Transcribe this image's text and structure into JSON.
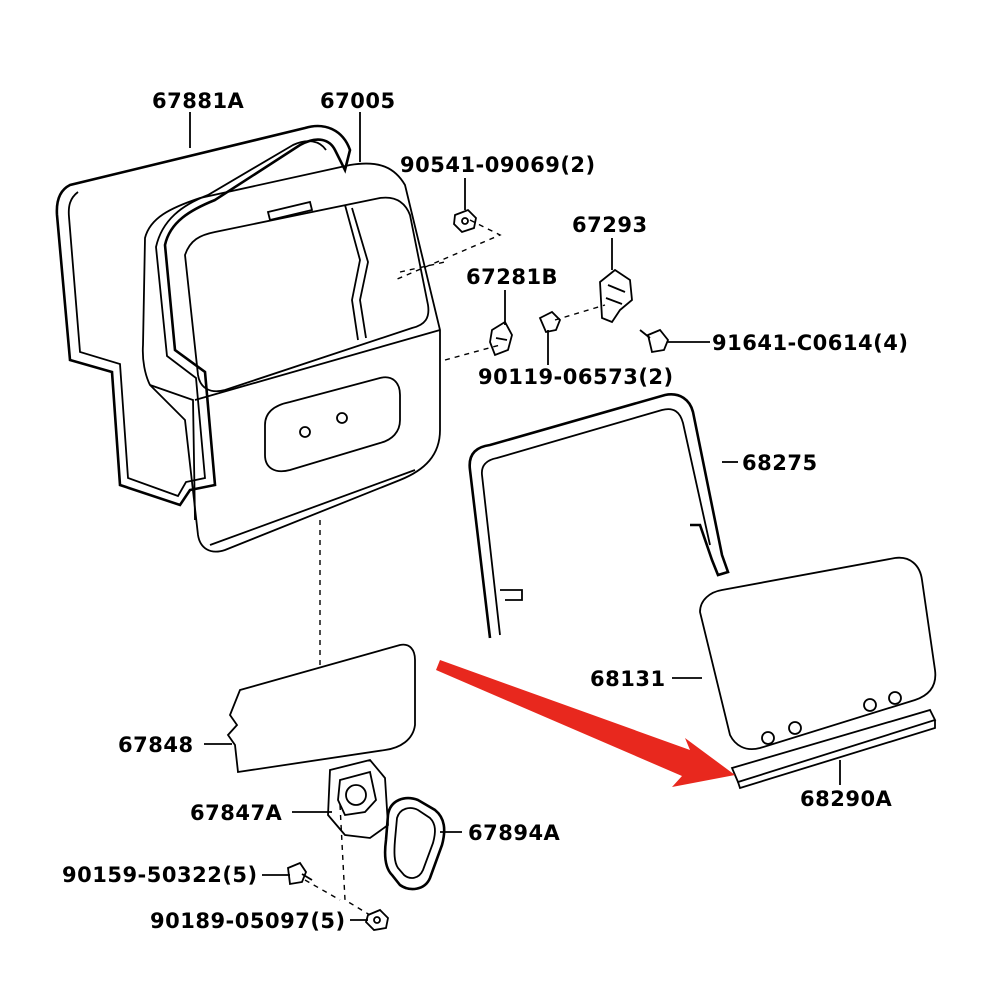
{
  "diagram": {
    "labels": [
      {
        "id": "67881A",
        "text": "67881A"
      },
      {
        "id": "67005",
        "text": "67005"
      },
      {
        "id": "90541-09069",
        "text": "90541-09069(2)"
      },
      {
        "id": "67293",
        "text": "67293"
      },
      {
        "id": "67281B",
        "text": "67281B"
      },
      {
        "id": "91641-C0614",
        "text": "91641-C0614(4)"
      },
      {
        "id": "90119-06573",
        "text": "90119-06573(2)"
      },
      {
        "id": "68275",
        "text": "68275"
      },
      {
        "id": "68131",
        "text": "68131"
      },
      {
        "id": "67848",
        "text": "67848"
      },
      {
        "id": "68290A",
        "text": "68290A"
      },
      {
        "id": "67847A",
        "text": "67847A"
      },
      {
        "id": "67894A",
        "text": "67894A"
      },
      {
        "id": "90159-50322",
        "text": "90159-50322(5)"
      },
      {
        "id": "90189-05097",
        "text": "90189-05097(5)"
      }
    ],
    "highlight_arrow_color": "#e8281e"
  }
}
